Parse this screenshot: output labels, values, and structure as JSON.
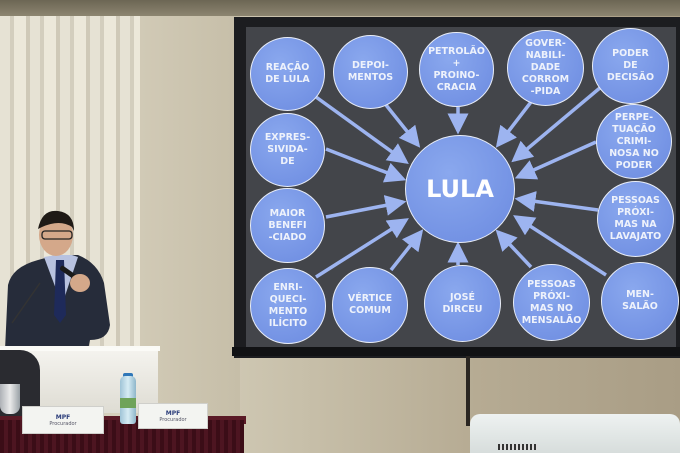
{
  "scene": {
    "description": "Press conference: speaker at podium presenting projected diagram",
    "colors": {
      "node_fill": "#7393e6",
      "node_border": "#e8edf8",
      "arrow": "#9db4f0",
      "screen_bg": "#43454a",
      "tablecloth": "#4d1521"
    }
  },
  "diagram": {
    "center": "LULA",
    "nodes": [
      {
        "id": "reacao",
        "label": "REAÇÃO\nDE LULA"
      },
      {
        "id": "depoimentos",
        "label": "DEPOI-\nMENTOS"
      },
      {
        "id": "petrolao",
        "label": "PETROLÃO\n+\nPROINO-\nCRACIA"
      },
      {
        "id": "governabilidade",
        "label": "GOVER-\nNABILI-\nDADE\nCORROM\n-PIDA"
      },
      {
        "id": "poder",
        "label": "PODER\nDE\nDECISÃO"
      },
      {
        "id": "expressividade",
        "label": "EXPRES-\nSIVIDA-\nDE"
      },
      {
        "id": "perpetuacao",
        "label": "PERPE-\nTUAÇÃO\nCRIMI-\nNOSA NO\nPODER"
      },
      {
        "id": "maior",
        "label": "MAIOR\nBENEFI\n-CIADO"
      },
      {
        "id": "lavajato",
        "label": "PESSOAS\nPRÓXI-\nMAS NA\nLAVAJATO"
      },
      {
        "id": "enriquecimento",
        "label": "ENRI-\nQUECI-\nMENTO\nILÍCITO"
      },
      {
        "id": "vertice",
        "label": "VÉRTICE\nCOMUM"
      },
      {
        "id": "dirceu",
        "label": "JOSÉ\nDIRCEU"
      },
      {
        "id": "mensalao_pessoas",
        "label": "PESSOAS\nPRÓXI-\nMAS NO\nMENSALÃO"
      },
      {
        "id": "mensalao",
        "label": "MEN-\nSALÃO"
      }
    ]
  },
  "nameplates": [
    {
      "org": "MPF",
      "name": "Procurador"
    },
    {
      "org": "MPF",
      "name": "Procurador"
    }
  ]
}
